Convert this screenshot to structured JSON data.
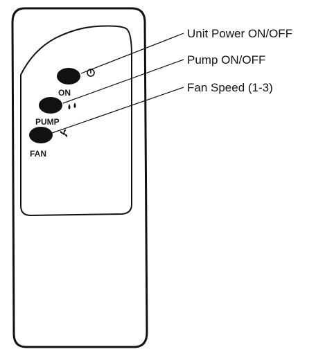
{
  "buttons": {
    "on_label": "ON",
    "pump_label": "PUMP",
    "fan_label": "FAN"
  },
  "icons": {
    "power": "power-icon",
    "pump": "water-drops-icon",
    "fan": "fan-icon"
  },
  "callouts": {
    "power": "Unit Power ON/OFF",
    "pump": "Pump ON/OFF",
    "fan": "Fan Speed (1-3)"
  },
  "colors": {
    "stroke": "#111111",
    "button_fill": "#111111"
  }
}
